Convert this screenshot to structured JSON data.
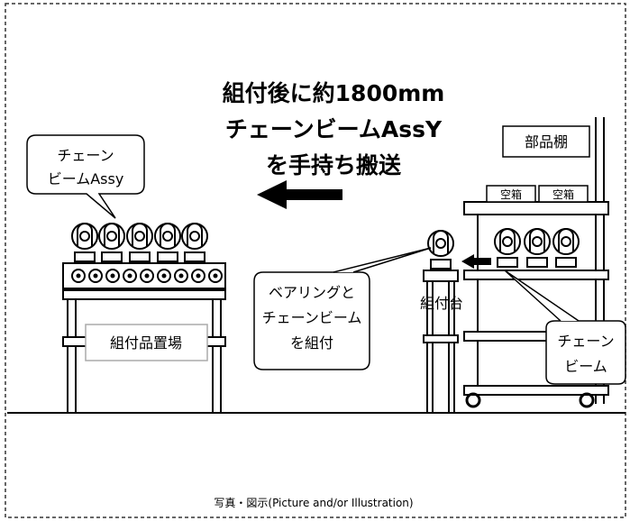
{
  "heading": {
    "line1": "組付後に約1800mm",
    "line2": "チェーンビームAssY",
    "line3": "を手持ち搬送"
  },
  "labels": {
    "chain_beam_assy_line1": "チェーン",
    "chain_beam_assy_line2": "ビームAssy",
    "parts_shelf": "部品棚",
    "empty_box_1": "空箱",
    "empty_box_2": "空箱",
    "assembly_stand": "組付台",
    "bearing_callout_line1": "ベアリングと",
    "bearing_callout_line2": "チェーンビーム",
    "bearing_callout_line3": "を組付",
    "storage_area": "組付品置場",
    "chain_beam_line1": "チェーン",
    "chain_beam_line2": "ビーム"
  },
  "caption": "写真・図示(Picture and/or Illustration)",
  "colors": {
    "line": "#000000",
    "frame_dash": "#333333",
    "label_box_border": "#aaaaaa",
    "background": "#ffffff"
  },
  "icons": [
    "chain-beam-roller-icon",
    "caster-wheel-icon",
    "left-arrow-icon"
  ]
}
